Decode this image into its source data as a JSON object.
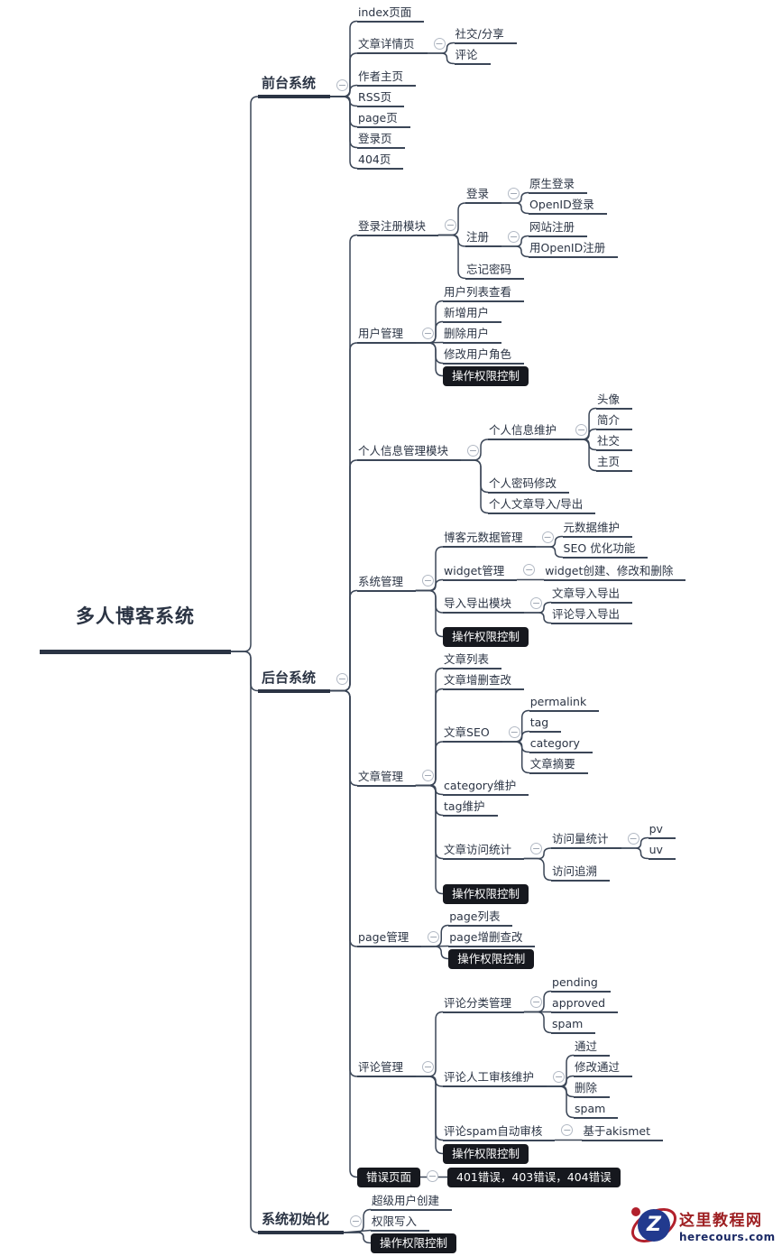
{
  "colors": {
    "bg": "#ffffff",
    "ink": "#2b3444",
    "line": "#3b4657",
    "pill_bg": "#16181e",
    "pill_fg": "#ffffff",
    "collapse_border": "#b3bac5",
    "collapse_fg": "#98a0ad",
    "brand_red": "#9e2023",
    "brand_navy": "#1b2a66",
    "logo_blue": "#223a8e",
    "logo_red": "#b1202c"
  },
  "ui": {
    "collapse_glyph": "−"
  },
  "watermark": {
    "brand": "这里教程网",
    "domain": "herecours.com",
    "logo_letter": "Z"
  },
  "mindmap": {
    "root": {
      "label": "多人博客系统",
      "type": "root",
      "children": [
        {
          "label": "前台系统",
          "type": "branch",
          "collapse": true,
          "children": [
            {
              "label": "index页面"
            },
            {
              "label": "文章详情页",
              "collapse": true,
              "children": [
                {
                  "label": "社交/分享"
                },
                {
                  "label": "评论"
                }
              ]
            },
            {
              "label": "作者主页"
            },
            {
              "label": "RSS页"
            },
            {
              "label": "page页"
            },
            {
              "label": "登录页"
            },
            {
              "label": "404页"
            }
          ]
        },
        {
          "label": "后台系统",
          "type": "branch",
          "collapse": true,
          "children": [
            {
              "label": "登录注册模块",
              "collapse": true,
              "children": [
                {
                  "label": "登录",
                  "collapse": true,
                  "children": [
                    {
                      "label": "原生登录"
                    },
                    {
                      "label": "OpenID登录"
                    }
                  ]
                },
                {
                  "label": "注册",
                  "collapse": true,
                  "children": [
                    {
                      "label": "网站注册"
                    },
                    {
                      "label": "用OpenID注册"
                    }
                  ]
                },
                {
                  "label": "忘记密码"
                }
              ]
            },
            {
              "label": "用户管理",
              "collapse": true,
              "children": [
                {
                  "label": "用户列表查看"
                },
                {
                  "label": "新增用户"
                },
                {
                  "label": "删除用户"
                },
                {
                  "label": "修改用户角色"
                },
                {
                  "label": "操作权限控制",
                  "pill": true
                }
              ]
            },
            {
              "label": "个人信息管理模块",
              "collapse": true,
              "children": [
                {
                  "label": "个人信息维护",
                  "collapse": true,
                  "children": [
                    {
                      "label": "头像"
                    },
                    {
                      "label": "简介"
                    },
                    {
                      "label": "社交"
                    },
                    {
                      "label": "主页"
                    }
                  ]
                },
                {
                  "label": "个人密码修改"
                },
                {
                  "label": "个人文章导入/导出"
                }
              ]
            },
            {
              "label": "系统管理",
              "collapse": true,
              "children": [
                {
                  "label": "博客元数据管理",
                  "collapse": true,
                  "children": [
                    {
                      "label": "元数据维护"
                    },
                    {
                      "label": "SEO 优化功能"
                    }
                  ]
                },
                {
                  "label": "widget管理",
                  "collapse": true,
                  "children": [
                    {
                      "label": "widget创建、修改和删除"
                    }
                  ]
                },
                {
                  "label": "导入导出模块",
                  "collapse": true,
                  "children": [
                    {
                      "label": "文章导入导出"
                    },
                    {
                      "label": "评论导入导出"
                    }
                  ]
                },
                {
                  "label": "操作权限控制",
                  "pill": true
                }
              ]
            },
            {
              "label": "文章管理",
              "collapse": true,
              "children": [
                {
                  "label": "文章列表"
                },
                {
                  "label": "文章增删查改"
                },
                {
                  "label": "文章SEO",
                  "collapse": true,
                  "children": [
                    {
                      "label": "permalink"
                    },
                    {
                      "label": "tag"
                    },
                    {
                      "label": "category"
                    },
                    {
                      "label": "文章摘要"
                    }
                  ]
                },
                {
                  "label": "category维护"
                },
                {
                  "label": "tag维护"
                },
                {
                  "label": "文章访问统计",
                  "collapse": true,
                  "children": [
                    {
                      "label": "访问量统计",
                      "collapse": true,
                      "children": [
                        {
                          "label": "pv"
                        },
                        {
                          "label": "uv"
                        }
                      ]
                    },
                    {
                      "label": "访问追溯"
                    }
                  ]
                },
                {
                  "label": "操作权限控制",
                  "pill": true
                }
              ]
            },
            {
              "label": "page管理",
              "collapse": true,
              "children": [
                {
                  "label": "page列表"
                },
                {
                  "label": "page增删查改"
                },
                {
                  "label": "操作权限控制",
                  "pill": true
                }
              ]
            },
            {
              "label": "评论管理",
              "collapse": true,
              "children": [
                {
                  "label": "评论分类管理",
                  "collapse": true,
                  "children": [
                    {
                      "label": "pending"
                    },
                    {
                      "label": "approved"
                    },
                    {
                      "label": "spam"
                    }
                  ]
                },
                {
                  "label": "评论人工审核维护",
                  "collapse": true,
                  "children": [
                    {
                      "label": "通过"
                    },
                    {
                      "label": "修改通过"
                    },
                    {
                      "label": "删除"
                    },
                    {
                      "label": "spam"
                    }
                  ]
                },
                {
                  "label": "评论spam自动审核",
                  "collapse": true,
                  "children": [
                    {
                      "label": "基于akismet"
                    }
                  ]
                },
                {
                  "label": "操作权限控制",
                  "pill": true
                }
              ]
            },
            {
              "label": "错误页面",
              "pill": true,
              "collapse": true,
              "children": [
                {
                  "label": "401错误，403错误，404错误",
                  "pill": true
                }
              ]
            }
          ]
        },
        {
          "label": "系统初始化",
          "type": "branch",
          "collapse": true,
          "children": [
            {
              "label": "超级用户创建"
            },
            {
              "label": "权限写入"
            },
            {
              "label": "操作权限控制",
              "pill": true
            }
          ]
        }
      ]
    }
  }
}
